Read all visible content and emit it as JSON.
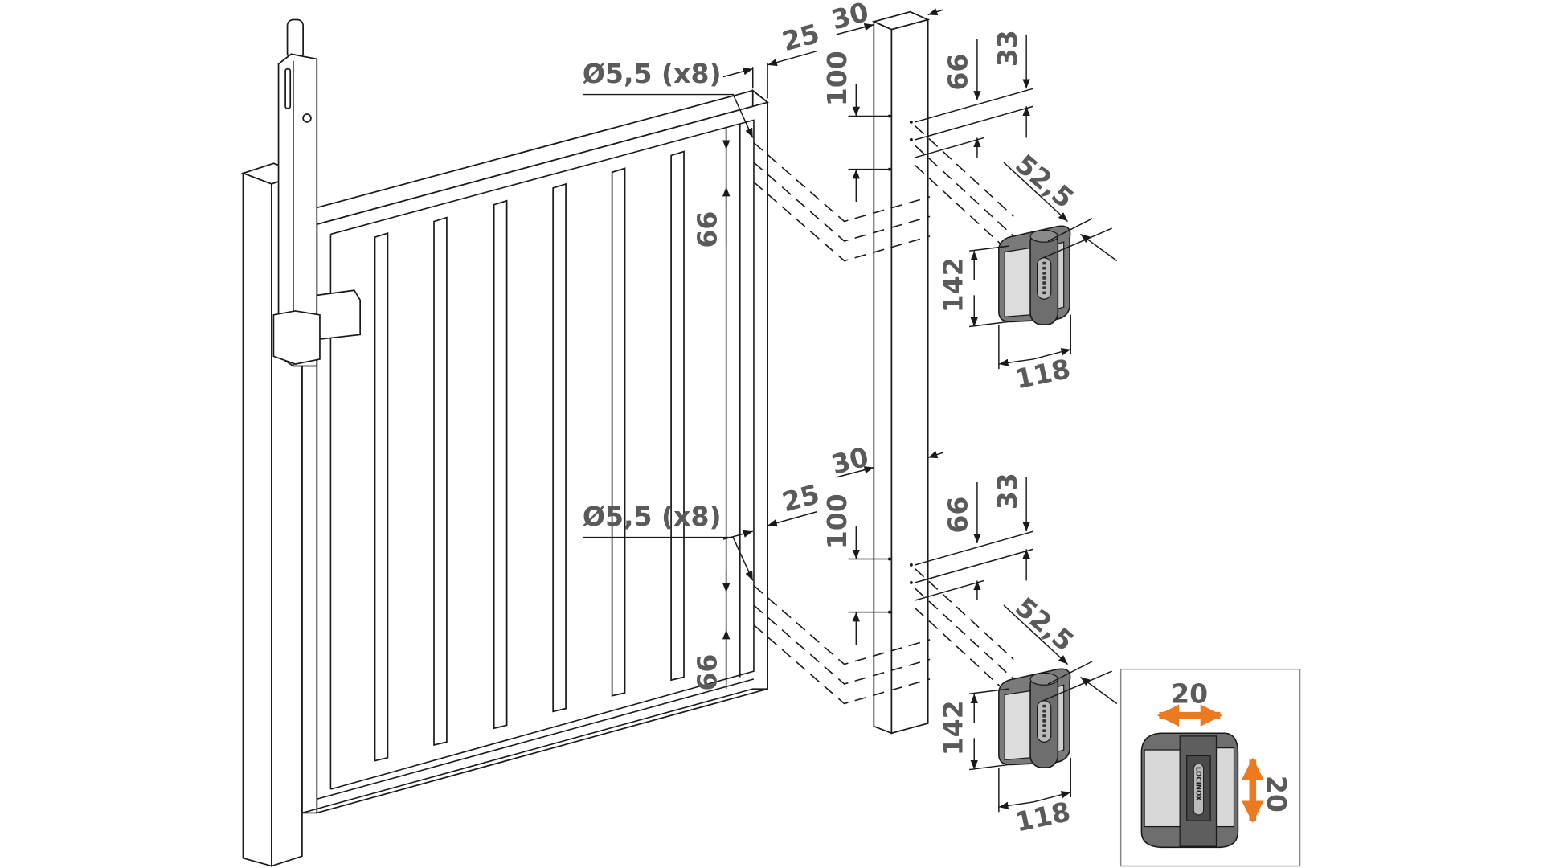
{
  "dimensions": {
    "hole": "Ø5,5 (x8)",
    "gate_offset": "25",
    "post_width": "30",
    "hole_spacing_post": "100",
    "hole_spacing_gate": "66",
    "post_hole_offset_66": "66",
    "post_hole_offset_33": "33",
    "hinge_depth": "52,5",
    "hinge_height": "142",
    "hinge_width": "118"
  },
  "inset": {
    "adjust_horizontal": "20",
    "adjust_vertical": "20",
    "brand": "LOCINOX"
  },
  "colors": {
    "dimension_text": "#5a5a5a",
    "adjust_arrow": "#ec7a21",
    "hinge_dark": "#6e6e6e",
    "hinge_light": "#d8d8d8"
  }
}
